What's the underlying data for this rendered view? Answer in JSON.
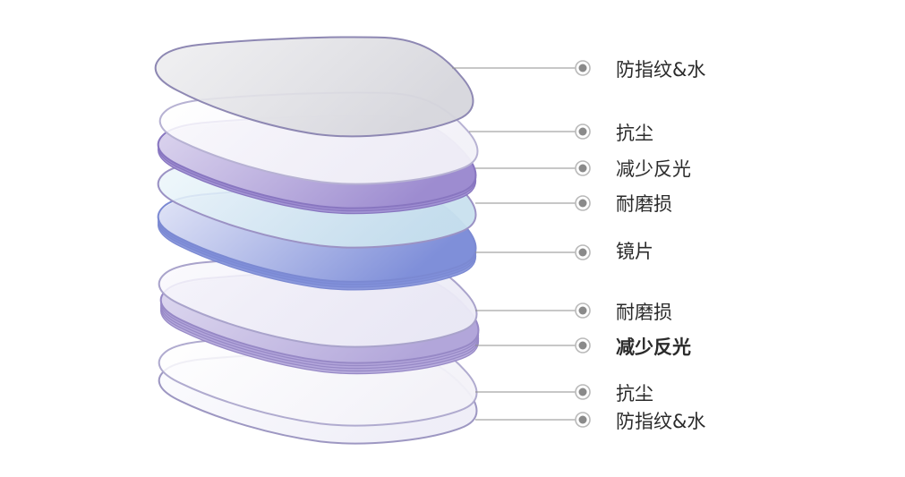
{
  "layers": [
    {
      "id": "top-anti-fingerprint",
      "label": "防指纹&水",
      "fill": "#eeeef0",
      "fill2": "#d6d6dc",
      "stroke": "#8e88b3"
    },
    {
      "id": "top-anti-dust",
      "label": "抗尘",
      "fill": "#ffffff",
      "fill2": "#f2f1f8",
      "stroke": "#b7b2d3"
    },
    {
      "id": "top-anti-reflection",
      "label": "减少反光",
      "fill": "#e8e3f4",
      "fill2": "#9d8cd0",
      "stroke": "#8876c0"
    },
    {
      "id": "top-wear-resistant",
      "label": "耐磨损",
      "fill": "#eef7fb",
      "fill2": "#c8e1ee",
      "stroke": "#9b92c4"
    },
    {
      "id": "lens",
      "label": "镜片",
      "fill": "#f4f5fc",
      "fill2": "#7f8fd9",
      "stroke": "#7b89d2"
    },
    {
      "id": "bottom-wear-resistant",
      "label": "耐磨损",
      "fill": "#faf9fd",
      "fill2": "#ecebf6",
      "stroke": "#a9a3cb"
    },
    {
      "id": "bottom-anti-reflection",
      "label": "减少反光",
      "fill": "#e6e2f3",
      "fill2": "#b2a6da",
      "stroke": "#9789c6"
    },
    {
      "id": "bottom-anti-dust",
      "label": "抗尘",
      "fill": "#ffffff",
      "fill2": "#f3f2f8",
      "stroke": "#b0abcf"
    },
    {
      "id": "bottom-anti-fingerprint",
      "label": "防指纹&水",
      "fill": "#fbfbfe",
      "fill2": "#eeedf7",
      "stroke": "#9d97c2"
    }
  ],
  "colors": {
    "leader_line": "#8f8f8f",
    "bullet_outer": "#b9b9b9",
    "bullet_inner": "#8a8a8a",
    "label_text": "#2b2b2b"
  }
}
